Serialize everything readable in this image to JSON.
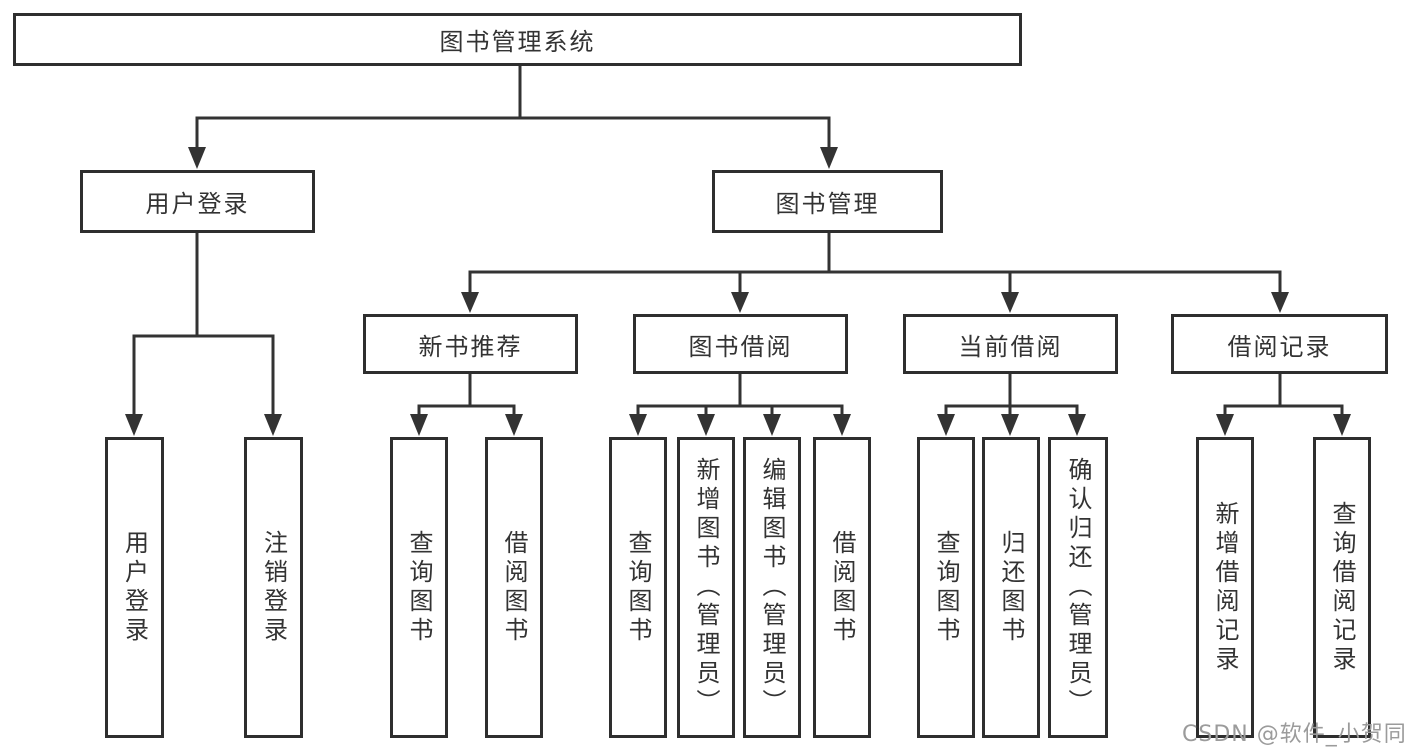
{
  "diagram": {
    "type": "hierarchy-tree",
    "title": "图书管理系统",
    "colors": {
      "background": "#ffffff",
      "box_border": "#2e2e2e",
      "connector_line": "#333333",
      "text": "#333333",
      "watermark_text": "#9b9b9b"
    }
  },
  "nodes": {
    "root": {
      "label": "图书管理系统"
    },
    "user_login": {
      "label": "用户登录"
    },
    "book_mgmt": {
      "label": "图书管理"
    },
    "new_books": {
      "label": "新书推荐"
    },
    "book_borrow": {
      "label": "图书借阅"
    },
    "current_borrow": {
      "label": "当前借阅"
    },
    "borrow_records": {
      "label": "借阅记录"
    },
    "user_login_leaf": {
      "label": "用户登录"
    },
    "logout_leaf": {
      "label": "注销登录"
    },
    "query_books_1": {
      "label": "查询图书"
    },
    "borrow_books_1": {
      "label": "借阅图书"
    },
    "query_books_2": {
      "label": "查询图书"
    },
    "add_books_admin": {
      "label": "新增图书（管理员）"
    },
    "edit_books_admin": {
      "label": "编辑图书（管理员）"
    },
    "borrow_books_2": {
      "label": "借阅图书"
    },
    "query_books_3": {
      "label": "查询图书"
    },
    "return_books": {
      "label": "归还图书"
    },
    "confirm_return_admin": {
      "label": "确认归还（管理员）"
    },
    "add_borrow_record": {
      "label": "新增借阅记录"
    },
    "query_borrow_record": {
      "label": "查询借阅记录"
    }
  },
  "hierarchy": {
    "图书管理系统": {
      "用户登录": [
        "用户登录",
        "注销登录"
      ],
      "图书管理": {
        "新书推荐": [
          "查询图书",
          "借阅图书"
        ],
        "图书借阅": [
          "查询图书",
          "新增图书（管理员）",
          "编辑图书（管理员）",
          "借阅图书"
        ],
        "当前借阅": [
          "查询图书",
          "归还图书",
          "确认归还（管理员）"
        ],
        "借阅记录": [
          "新增借阅记录",
          "查询借阅记录"
        ]
      }
    }
  },
  "watermark": {
    "text": "CSDN @软件_小贺同学"
  }
}
